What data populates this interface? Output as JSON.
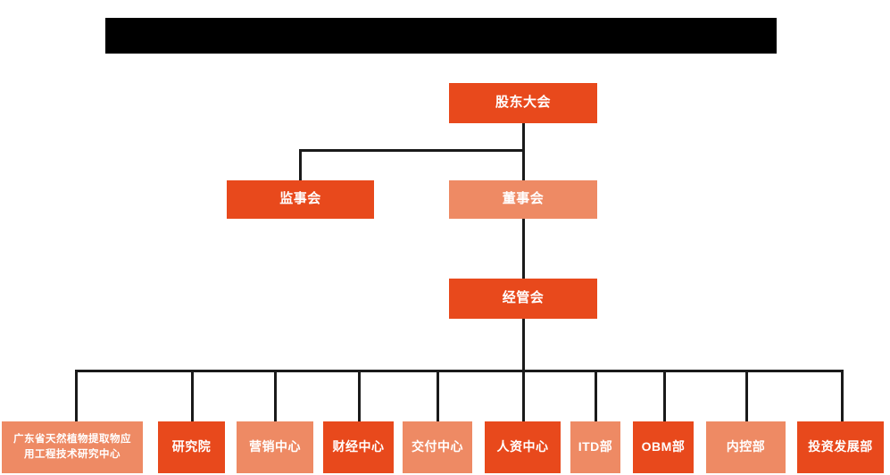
{
  "chart_data": {
    "type": "diagram",
    "title": "",
    "subtype": "organization-chart",
    "orientation": "top-down",
    "colors": {
      "primary_orange": "#E8491C",
      "secondary_orange": "#EE8A64",
      "connector": "#1a1a1a",
      "redaction": "#000000",
      "background": "#ffffff",
      "node_text": "#ffffff"
    },
    "nodes": [
      {
        "id": "shareholders",
        "label": "股东大会",
        "level": 1,
        "color": "#E8491C"
      },
      {
        "id": "supervisors",
        "label": "监事会",
        "level": 2,
        "color": "#E8491C"
      },
      {
        "id": "directors",
        "label": "董事会",
        "level": 2,
        "color": "#EE8A64"
      },
      {
        "id": "management",
        "label": "经管会",
        "level": 3,
        "color": "#E8491C"
      },
      {
        "id": "research-center",
        "label": "广东省天然植物提取物应用工程技术研究中心",
        "label_line1": "广东省天然植物提取物应",
        "label_line2": "用工程技术研究中心",
        "level": 4,
        "color": "#EE8A64"
      },
      {
        "id": "institute",
        "label": "研究院",
        "level": 4,
        "color": "#E8491C"
      },
      {
        "id": "marketing",
        "label": "营销中心",
        "level": 4,
        "color": "#EE8A64"
      },
      {
        "id": "finance",
        "label": "财经中心",
        "level": 4,
        "color": "#E8491C"
      },
      {
        "id": "delivery",
        "label": "交付中心",
        "level": 4,
        "color": "#EE8A64"
      },
      {
        "id": "hr",
        "label": "人资中心",
        "level": 4,
        "color": "#E8491C"
      },
      {
        "id": "itd",
        "label": "ITD部",
        "level": 4,
        "color": "#EE8A64"
      },
      {
        "id": "obm",
        "label": "OBM部",
        "level": 4,
        "color": "#E8491C"
      },
      {
        "id": "internal-control",
        "label": "内控部",
        "level": 4,
        "color": "#EE8A64"
      },
      {
        "id": "investment",
        "label": "投资发展部",
        "level": 4,
        "color": "#E8491C"
      }
    ],
    "edges": [
      {
        "from": "shareholders",
        "to": "supervisors"
      },
      {
        "from": "shareholders",
        "to": "directors"
      },
      {
        "from": "directors",
        "to": "management"
      },
      {
        "from": "management",
        "to": "research-center"
      },
      {
        "from": "management",
        "to": "institute"
      },
      {
        "from": "management",
        "to": "marketing"
      },
      {
        "from": "management",
        "to": "finance"
      },
      {
        "from": "management",
        "to": "delivery"
      },
      {
        "from": "management",
        "to": "hr"
      },
      {
        "from": "management",
        "to": "itd"
      },
      {
        "from": "management",
        "to": "obm"
      },
      {
        "from": "management",
        "to": "internal-control"
      },
      {
        "from": "management",
        "to": "investment"
      }
    ]
  },
  "header": {
    "redaction_label": ""
  },
  "chart": {
    "shareholders": "股东大会",
    "supervisors": "监事会",
    "directors": "董事会",
    "management": "经管会",
    "research_center_line1": "广东省天然植物提取物应",
    "research_center_line2": "用工程技术研究中心",
    "institute": "研究院",
    "marketing": "营销中心",
    "finance": "财经中心",
    "delivery": "交付中心",
    "hr": "人资中心",
    "itd": "ITD部",
    "obm": "OBM部",
    "internal_control": "内控部",
    "investment": "投资发展部"
  }
}
